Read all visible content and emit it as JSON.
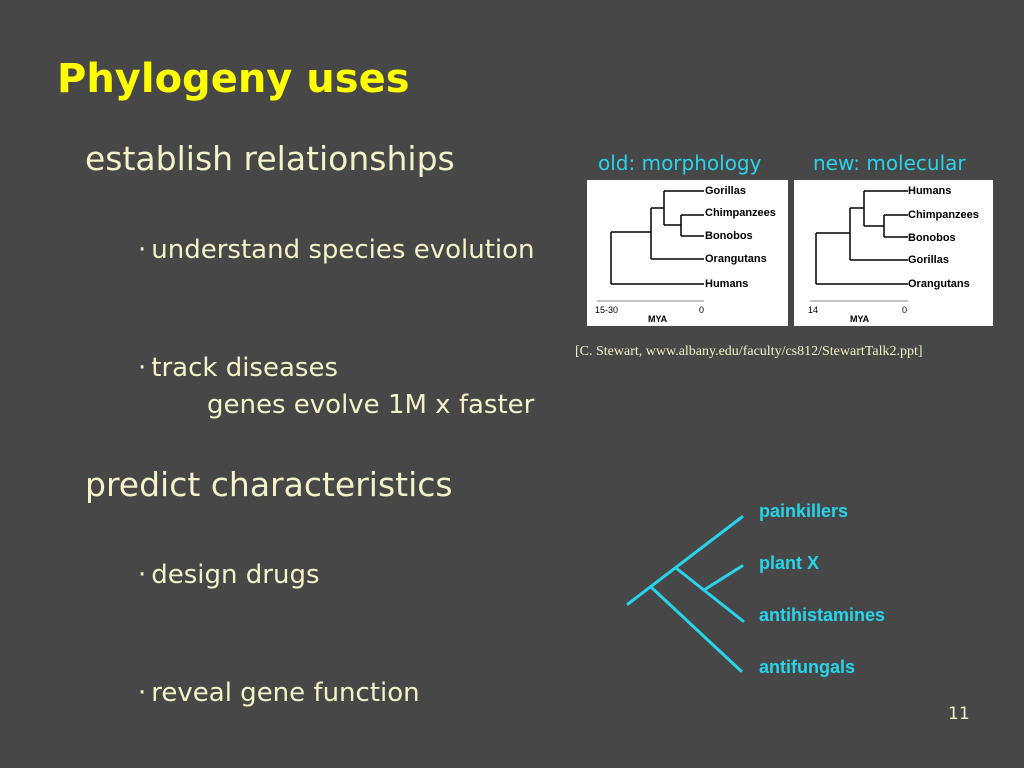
{
  "slide": {
    "title": "Phylogeny uses",
    "page_number": "11"
  },
  "bullets": {
    "establish": "establish relationships",
    "understand": "understand species evolution",
    "track": "track diseases",
    "genes": "genes evolve 1M x faster",
    "predict": "predict characteristics",
    "design": "design drugs",
    "reveal": "reveal gene function",
    "dot": "·"
  },
  "trees": {
    "old": {
      "caption": "old: morphology",
      "taxa": [
        "Gorillas",
        "Chimpanzees",
        "Bonobos",
        "Orangutans",
        "Humans"
      ],
      "axis_left": "15-30",
      "axis_right": "0",
      "axis_unit": "MYA"
    },
    "new": {
      "caption": "new: molecular",
      "taxa": [
        "Humans",
        "Chimpanzees",
        "Bonobos",
        "Gorillas",
        "Orangutans"
      ],
      "axis_left": "14",
      "axis_right": "0",
      "axis_unit": "MYA"
    },
    "citation": "[C. Stewart, www.albany.edu/faculty/cs812/StewartTalk2.ppt]"
  },
  "cladogram": {
    "labels": [
      "painkillers",
      "plant X",
      "antihistamines",
      "antifungals"
    ],
    "color": "#27d4ec"
  },
  "colors": {
    "background": "#474747",
    "title": "#ffff00",
    "text": "#f3f2c8",
    "accent": "#27d4ec"
  }
}
